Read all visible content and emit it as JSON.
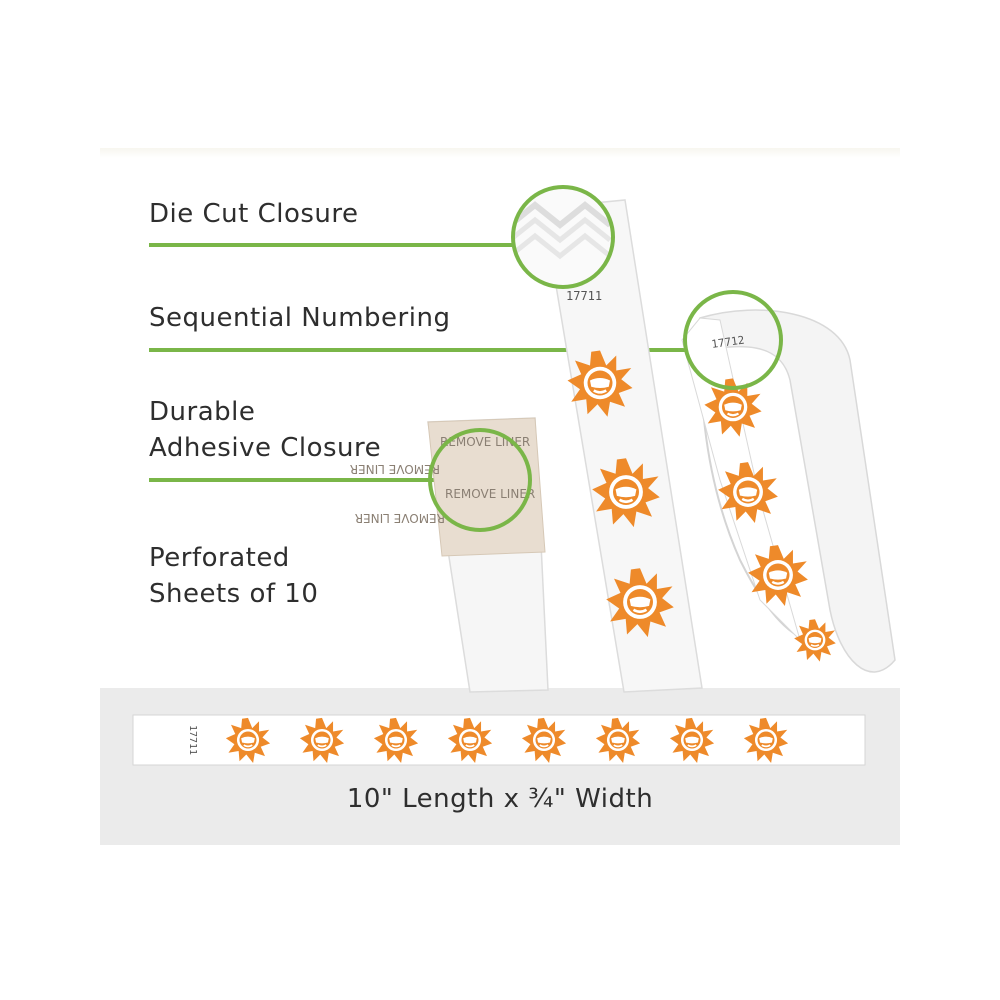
{
  "features": [
    {
      "label": "Die Cut Closure"
    },
    {
      "label": "Sequential Numbering"
    },
    {
      "label_line1": "Durable",
      "label_line2": "Adhesive Closure"
    },
    {
      "label_line1": "Perforated",
      "label_line2": "Sheets of 10"
    }
  ],
  "wristband": {
    "numbers": [
      "17711",
      "17712"
    ],
    "liner_text": "REMOVE LINER",
    "flat_band_number": "17711",
    "sun_count": 8
  },
  "dimension_caption": "10\" Length x ¾\" Width",
  "colors": {
    "accent_green": "#7ab648",
    "sun_orange": "#ee8a2a",
    "panel_gray": "#ebebeb",
    "text_dark": "#2e2e2e"
  }
}
